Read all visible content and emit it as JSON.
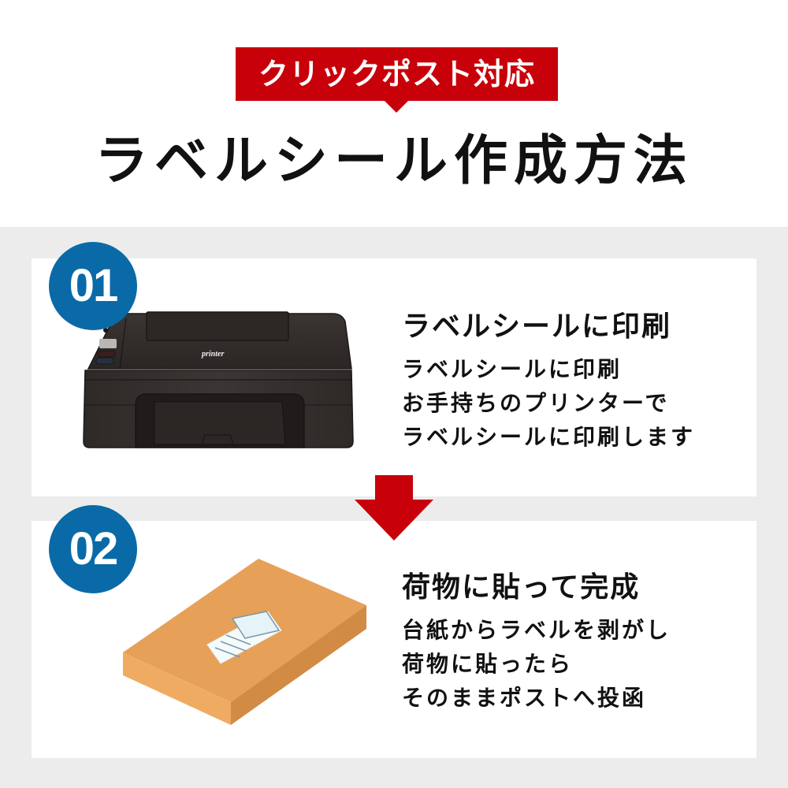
{
  "header": {
    "badge_label": "クリックポスト対応",
    "title": "ラベルシール作成方法"
  },
  "colors": {
    "accent_red": "#c8000a",
    "badge_blue": "#0a6aa8",
    "background_gray": "#ececec",
    "card_white": "#ffffff",
    "box_orange": "#e8a25a"
  },
  "steps": [
    {
      "number": "01",
      "illustration": "printer-icon",
      "illustration_label": "printer",
      "title": "ラベルシールに印刷",
      "body": [
        "ラベルシールに印刷",
        "お手持ちのプリンターで",
        "ラベルシールに印刷します"
      ]
    },
    {
      "number": "02",
      "illustration": "package-with-label-icon",
      "title": "荷物に貼って完成",
      "body": [
        "台紙からラベルを剥がし",
        "荷物に貼ったら",
        "そのままポストへ投函"
      ]
    }
  ],
  "connector": "down-arrow-icon"
}
